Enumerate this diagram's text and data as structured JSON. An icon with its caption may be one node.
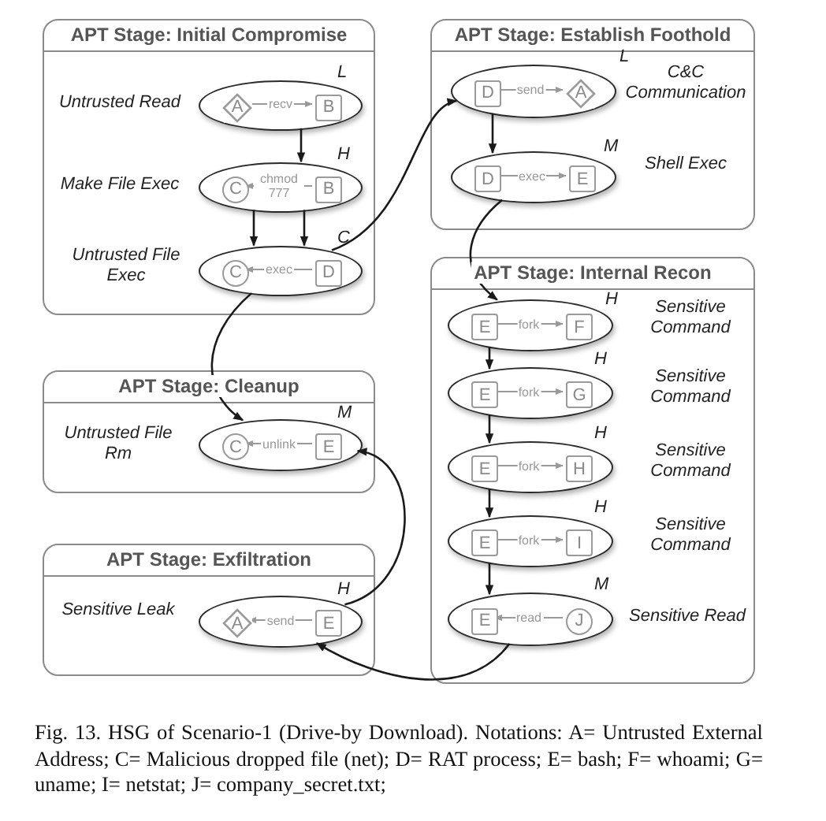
{
  "diagram": {
    "caption": "Fig. 13. HSG of Scenario-1 (Drive-by Download). Notations: A= Untrusted External Address; C= Malicious dropped file (net); D= RAT process; E= bash; F= whoami; G= uname; I= netstat; J= company_secret.txt;",
    "nodes": [
      {
        "text": [
          "APT Stage: Initial Compromise"
        ]
      },
      {
        "text": [],
        "shape": "ellipse",
        "in": 0,
        "beside": [
          "Untrusted Read",
          "L"
        ]
      },
      {
        "text": [
          "A"
        ],
        "in": 1
      },
      {
        "text": [
          "B"
        ],
        "in": 1
      },
      {
        "text": [],
        "shape": "ellipse",
        "in": 0,
        "beside": [
          "Make File Exec",
          "H"
        ]
      },
      {
        "text": [
          "C"
        ],
        "in": 4
      },
      {
        "text": [
          "B"
        ],
        "in": 4
      },
      {
        "text": [],
        "shape": "ellipse",
        "in": 0,
        "beside": [
          "Untrusted File Exec",
          "C"
        ]
      },
      {
        "text": [
          "C"
        ],
        "in": 7
      },
      {
        "text": [
          "D"
        ],
        "in": 7
      },
      {
        "text": [
          "APT Stage: Establish Foothold"
        ]
      },
      {
        "text": [],
        "shape": "ellipse",
        "in": 10,
        "beside": [
          "C&C Communication",
          "L"
        ]
      },
      {
        "text": [
          "D"
        ],
        "in": 11
      },
      {
        "text": [
          "A"
        ],
        "in": 11
      },
      {
        "text": [],
        "shape": "ellipse",
        "in": 10,
        "beside": [
          "Shell Exec",
          "M"
        ]
      },
      {
        "text": [
          "D"
        ],
        "in": 14
      },
      {
        "text": [
          "E"
        ],
        "in": 14
      },
      {
        "text": [
          "APT Stage: Internal Recon"
        ]
      },
      {
        "text": [],
        "shape": "ellipse",
        "in": 17,
        "beside": [
          "Sensitive Command",
          "H"
        ]
      },
      {
        "text": [
          "E"
        ],
        "in": 18
      },
      {
        "text": [
          "F"
        ],
        "in": 18
      },
      {
        "text": [],
        "shape": "ellipse",
        "in": 17,
        "beside": [
          "Sensitive Command",
          "H"
        ]
      },
      {
        "text": [
          "E"
        ],
        "in": 21
      },
      {
        "text": [
          "G"
        ],
        "in": 21
      },
      {
        "text": [],
        "shape": "ellipse",
        "in": 17,
        "beside": [
          "Sensitive Command",
          "H"
        ]
      },
      {
        "text": [
          "E"
        ],
        "in": 24
      },
      {
        "text": [
          "H"
        ],
        "in": 24
      },
      {
        "text": [],
        "shape": "ellipse",
        "in": 17,
        "beside": [
          "Sensitive Command",
          "H"
        ]
      },
      {
        "text": [
          "E"
        ],
        "in": 27
      },
      {
        "text": [
          "I"
        ],
        "in": 27
      },
      {
        "text": [],
        "shape": "ellipse",
        "in": 17,
        "beside": [
          "Sensitive Read",
          "M"
        ]
      },
      {
        "text": [
          "E"
        ],
        "in": 30
      },
      {
        "text": [
          "J"
        ],
        "in": 30
      },
      {
        "text": [
          "APT Stage: Cleanup"
        ]
      },
      {
        "text": [],
        "shape": "ellipse",
        "in": 33,
        "beside": [
          "Untrusted File Rm",
          "M"
        ]
      },
      {
        "text": [
          "C"
        ],
        "in": 34
      },
      {
        "text": [
          "E"
        ],
        "in": 34
      },
      {
        "text": [
          "APT Stage: Exfiltration"
        ]
      },
      {
        "text": [],
        "shape": "ellipse",
        "in": 37,
        "beside": [
          "Sensitive Leak",
          "H"
        ]
      },
      {
        "text": [
          "A"
        ],
        "in": 38
      },
      {
        "text": [
          "E"
        ],
        "in": 38
      }
    ],
    "edges": [
      {
        "from": 2,
        "to": 3,
        "arrow": "to",
        "label": "recv",
        "color": "#999999"
      },
      {
        "from": 6,
        "to": 5,
        "arrow": "to",
        "label": "chmod 777",
        "color": "#999999"
      },
      {
        "from": 9,
        "to": 8,
        "arrow": "to",
        "label": "exec",
        "color": "#999999"
      },
      {
        "from": 12,
        "to": 13,
        "arrow": "to",
        "label": "send",
        "color": "#999999"
      },
      {
        "from": 15,
        "to": 16,
        "arrow": "to",
        "label": "exec",
        "color": "#999999"
      },
      {
        "from": 19,
        "to": 20,
        "arrow": "to",
        "label": "fork",
        "color": "#999999"
      },
      {
        "from": 22,
        "to": 23,
        "arrow": "to",
        "label": "fork",
        "color": "#999999"
      },
      {
        "from": 25,
        "to": 26,
        "arrow": "to",
        "label": "fork",
        "color": "#999999"
      },
      {
        "from": 28,
        "to": 29,
        "arrow": "to",
        "label": "fork",
        "color": "#999999"
      },
      {
        "from": 32,
        "to": 31,
        "arrow": "to",
        "label": "read",
        "color": "#999999"
      },
      {
        "from": 36,
        "to": 35,
        "arrow": "to",
        "label": "unlink",
        "color": "#999999"
      },
      {
        "from": 40,
        "to": 39,
        "arrow": "to",
        "label": "send",
        "color": "#999999"
      },
      {
        "from": 1,
        "to": 4,
        "arrow": "to"
      },
      {
        "from": 4,
        "to": 7,
        "arrow": "to"
      },
      {
        "from": 4,
        "to": 7,
        "arrow": "to"
      },
      {
        "from": 7,
        "to": 11,
        "arrow": "to"
      },
      {
        "from": 7,
        "to": 34,
        "arrow": "to"
      },
      {
        "from": 11,
        "to": 14,
        "arrow": "to"
      },
      {
        "from": 14,
        "to": 18,
        "arrow": "to"
      },
      {
        "from": 18,
        "to": 21,
        "arrow": "to"
      },
      {
        "from": 21,
        "to": 24,
        "arrow": "to"
      },
      {
        "from": 24,
        "to": 27,
        "arrow": "to"
      },
      {
        "from": 27,
        "to": 30,
        "arrow": "to"
      },
      {
        "from": 30,
        "to": 38,
        "arrow": "to"
      },
      {
        "from": 38,
        "to": 34,
        "arrow": "to"
      }
    ]
  }
}
